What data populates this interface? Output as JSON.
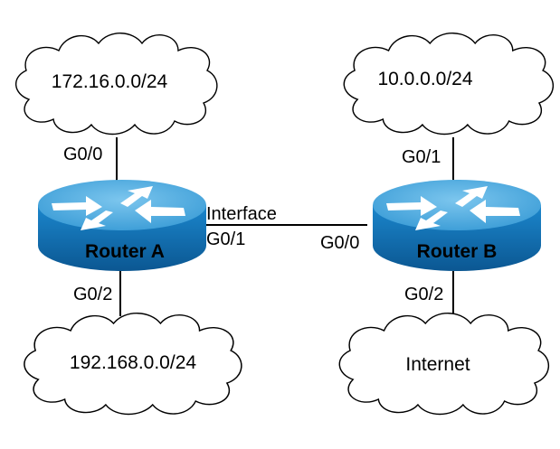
{
  "networks": {
    "top_left": "172.16.0.0/24",
    "top_right": "10.0.0.0/24",
    "bottom_left": "192.168.0.0/24",
    "bottom_right": "Internet"
  },
  "routers": {
    "a": {
      "name": "Router A",
      "ports": {
        "top": "G0/0",
        "right": "G0/1",
        "bottom": "G0/2"
      }
    },
    "b": {
      "name": "Router B",
      "ports": {
        "top": "G0/1",
        "left": "G0/0",
        "bottom": "G0/2"
      }
    }
  },
  "link": {
    "label": "Interface"
  },
  "colors": {
    "router_top": "#5fb4e5",
    "router_body": "#1a7fc6",
    "router_bottom": "#0d5d9a",
    "arrow": "#ffffff",
    "line": "#000000"
  }
}
